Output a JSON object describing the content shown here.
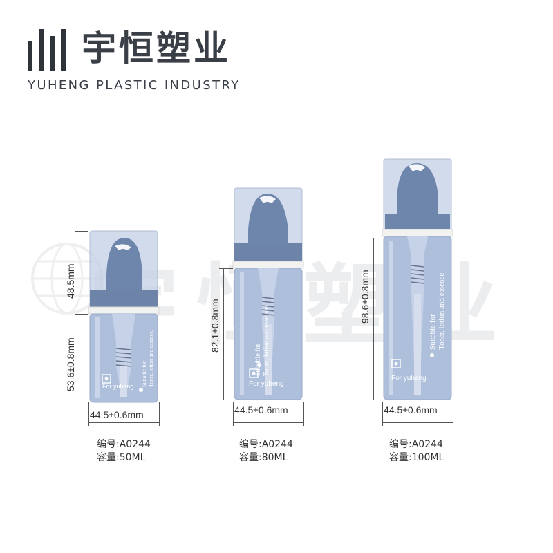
{
  "brand": {
    "name_cn": "宇恒塑业",
    "name_en": "YUHENG PLASTIC INDUSTRY",
    "watermark": "宇恒塑业"
  },
  "colors": {
    "bottle_body": "#aebfdc",
    "bottle_cap": "#6f86ac",
    "collar": "#f2f2f0",
    "logo": "#2f343b"
  },
  "bottles": [
    {
      "cap_height_label": "48.5mm",
      "body_height_label": "53.6±0.8mm",
      "width_label": "44.5±0.6mm",
      "print_lines": [
        "Suitable for",
        "Toner, lotion and essence."
      ],
      "print_brand": "For yuheng",
      "spec_code": "编号:A0244",
      "spec_capacity": "容量:50ML"
    },
    {
      "body_height_label": "82.1±0.8mm",
      "width_label": "44.5±0.6mm",
      "print_lines": [
        "Suitable for",
        "Toner, lotion and essence."
      ],
      "print_brand": "For yuheng",
      "spec_code": "编号:A0244",
      "spec_capacity": "容量:80ML"
    },
    {
      "body_height_label": "98.6±0.8mm",
      "width_label": "44.5±0.6mm",
      "print_lines": [
        "Suitable for",
        "Toner, lotion and essence."
      ],
      "print_brand": "For yuheng",
      "spec_code": "编号:A0244",
      "spec_capacity": "容量:100ML"
    }
  ]
}
